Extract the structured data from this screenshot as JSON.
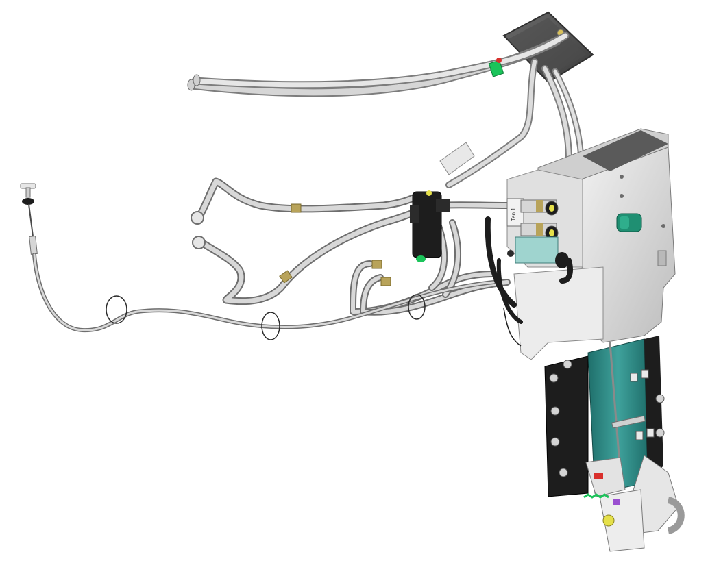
{
  "figure": {
    "kind": "3d-cad-assembly-render",
    "background": "#ffffff",
    "labels": {
      "valve_tag": "Tan 1"
    },
    "colors": {
      "tube": "#c9c9c9",
      "tube_edge": "#7d7d7d",
      "housing": "#e2e2e2",
      "housing_shadow": "#b9b9b9",
      "teal_panel": "#2f8b86",
      "black_panel": "#1d1d1d",
      "dark_plate": "#5a5a5a",
      "brass_fitting": "#b8a35a",
      "green_clip": "#1bc45a",
      "green_knob": "#1f8f72",
      "red_tag": "#d9302c",
      "yellow_part": "#e5e04a",
      "valve_block_teal": "#9fd4cf"
    },
    "parts": [
      "mounting-plate",
      "main-hose-pair",
      "air-valve-housing",
      "solenoid-valve",
      "control-cable",
      "cylinder-assembly",
      "coupling-hook"
    ]
  }
}
